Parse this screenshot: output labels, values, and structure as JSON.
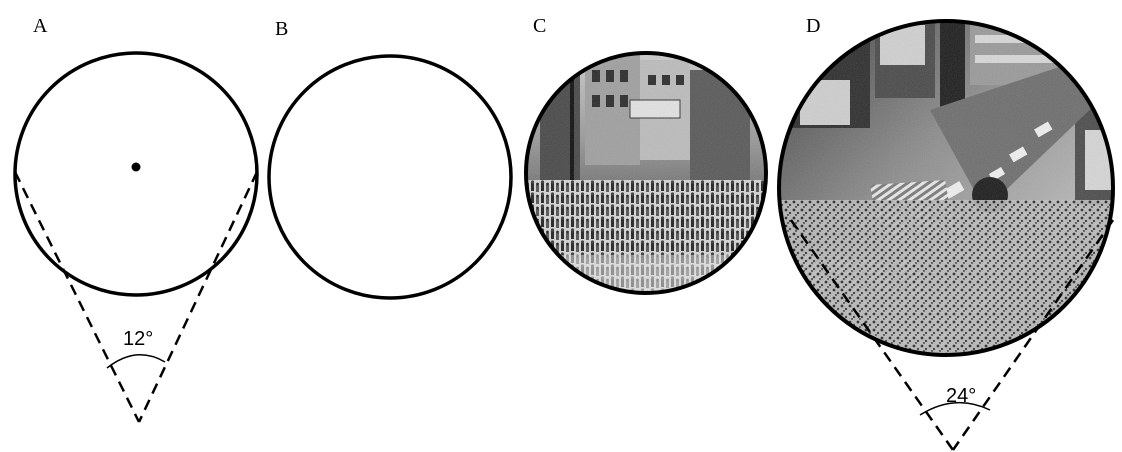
{
  "panels": [
    {
      "label": "A",
      "angle": "12°"
    },
    {
      "label": "B"
    },
    {
      "label": "C"
    },
    {
      "label": "D",
      "angle": "24°"
    }
  ],
  "colors": {
    "stroke": "#000000",
    "photo_light": "#e6e6e6",
    "photo_dark": "#2a2a2a"
  }
}
